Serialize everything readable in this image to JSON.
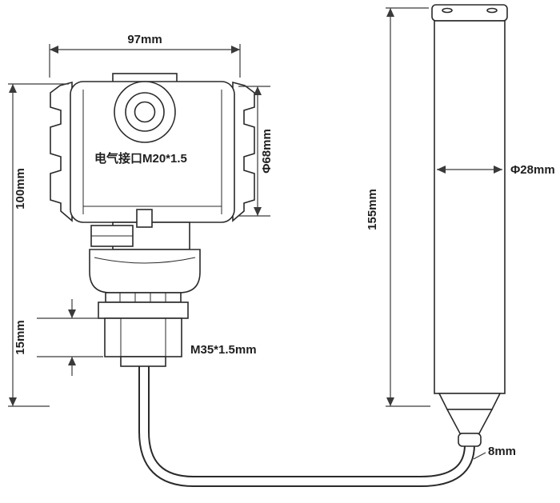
{
  "diagram": {
    "title": "pressure-level-transmitter-dimension-drawing",
    "colors": {
      "line": "#2a2a2a",
      "dimension_line": "#3a3a3a",
      "text": "#1f1f1f",
      "background": "#ffffff"
    },
    "labels": {
      "top_width": "97mm",
      "body_height": "100mm",
      "electrical_interface": "电气接口M20*1.5",
      "housing_diameter": "Φ68mm",
      "flange_thickness": "15mm",
      "thread_spec": "M35*1.5mm",
      "probe_length": "155mm",
      "probe_diameter": "Φ28mm",
      "cable_diameter": "8mm"
    }
  }
}
